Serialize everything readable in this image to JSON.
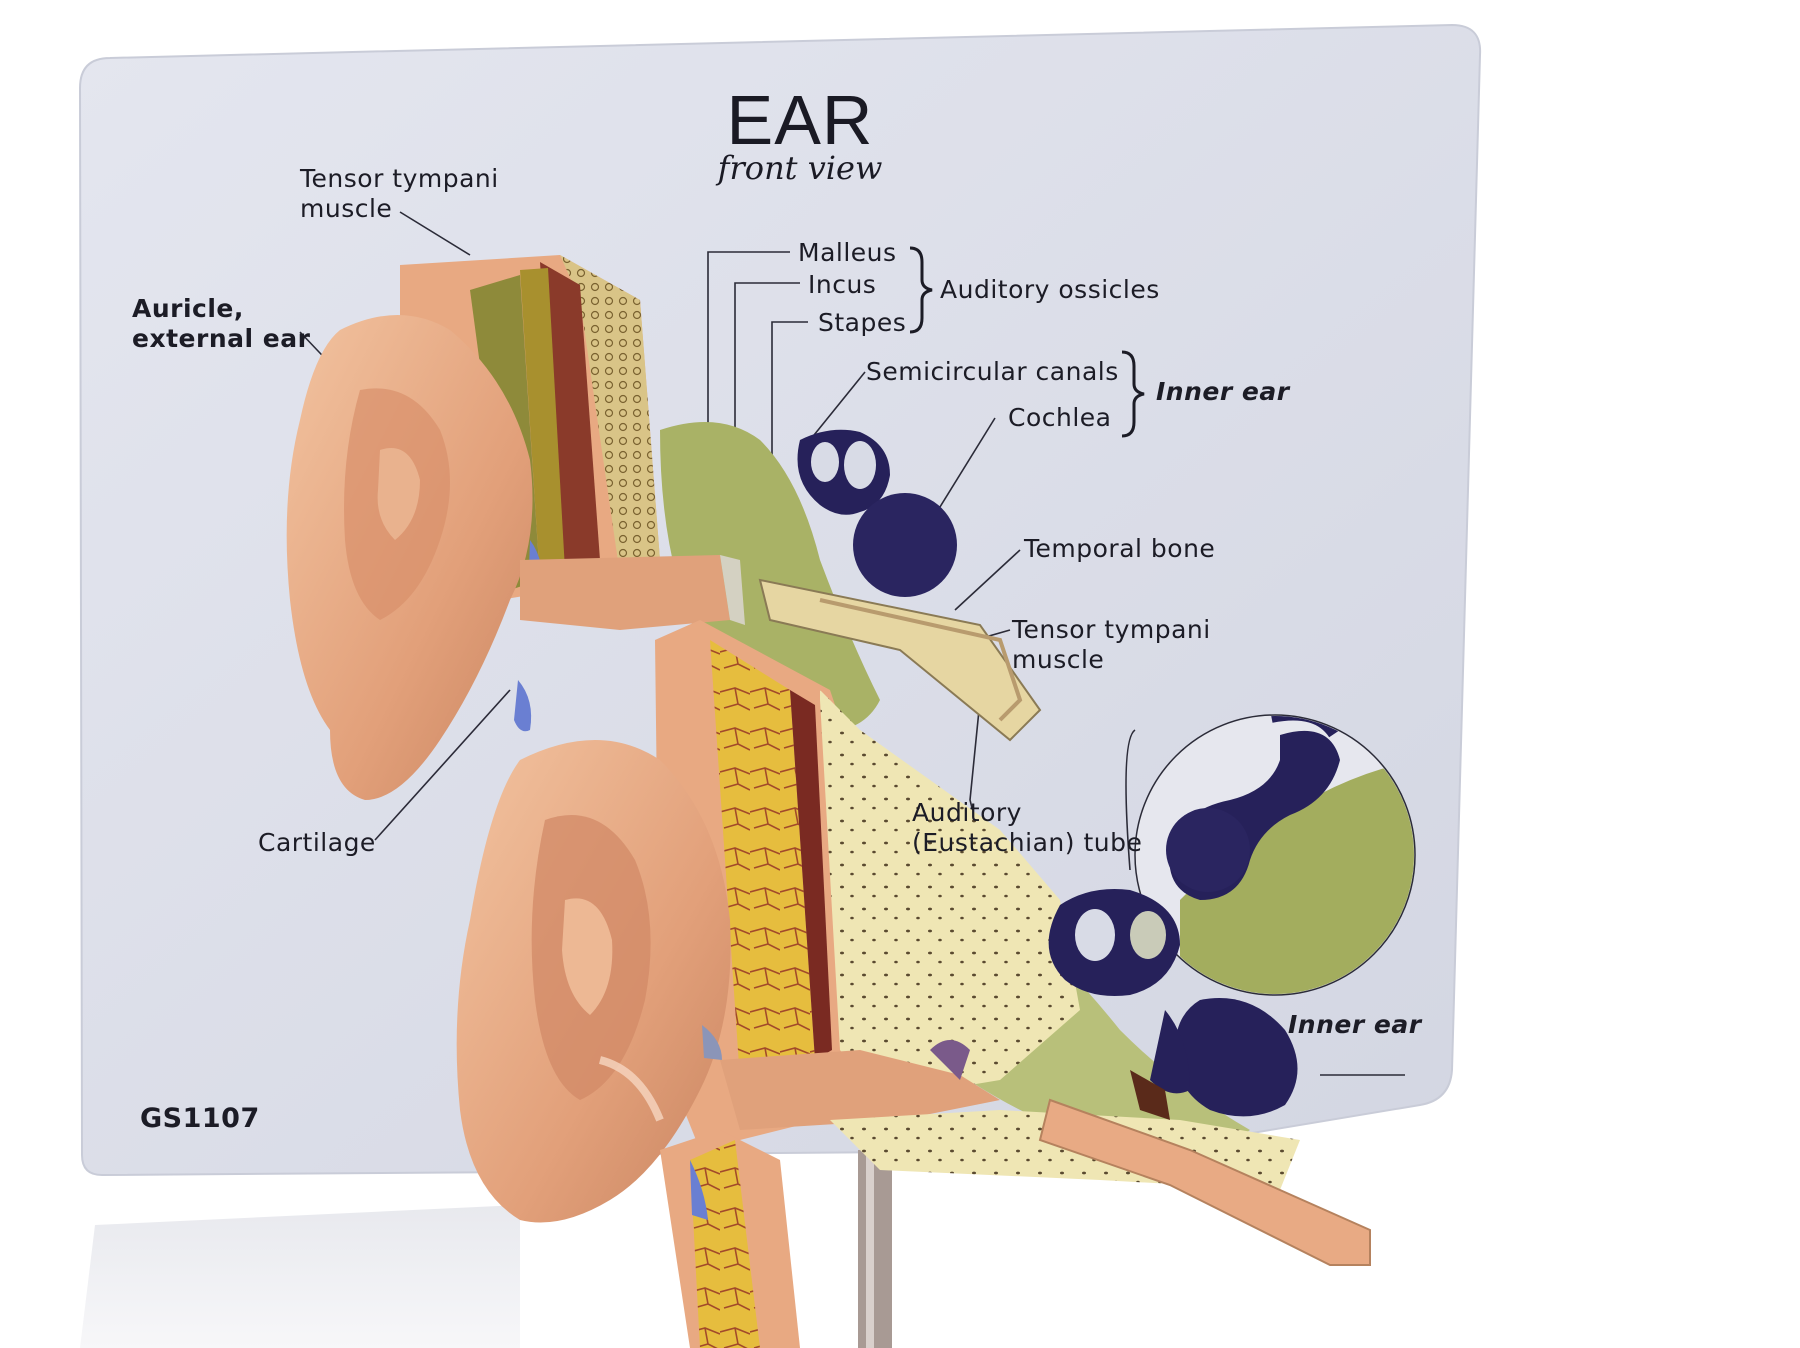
{
  "card": {
    "title": "EAR",
    "subtitle": "front view",
    "code": "GS1107"
  },
  "labels": {
    "tensor_tympani_top": "Tensor tympani\nmuscle",
    "auricle": "Auricle,\nexternal ear",
    "malleus": "Malleus",
    "incus": "Incus",
    "stapes": "Stapes",
    "auditory_ossicles": "Auditory ossicles",
    "semicircular_canals": "Semicircular canals",
    "cochlea": "Cochlea",
    "inner_ear": "Inner ear",
    "temporal_bone": "Temporal bone",
    "tensor_tympani_mid": "Tensor tympani\nmuscle",
    "auditory_tube": "Auditory\n(Eustachian) tube",
    "cartilage": "Cartilage",
    "inner_ear_inset": "Inner ear"
  },
  "colors": {
    "card": "#dcdfea",
    "skin": "#e8a982",
    "bone": "#efe6b4",
    "cochlea": "#26215a",
    "membrane": "#a3ad5e",
    "cartilage": "#6a7fd2"
  }
}
